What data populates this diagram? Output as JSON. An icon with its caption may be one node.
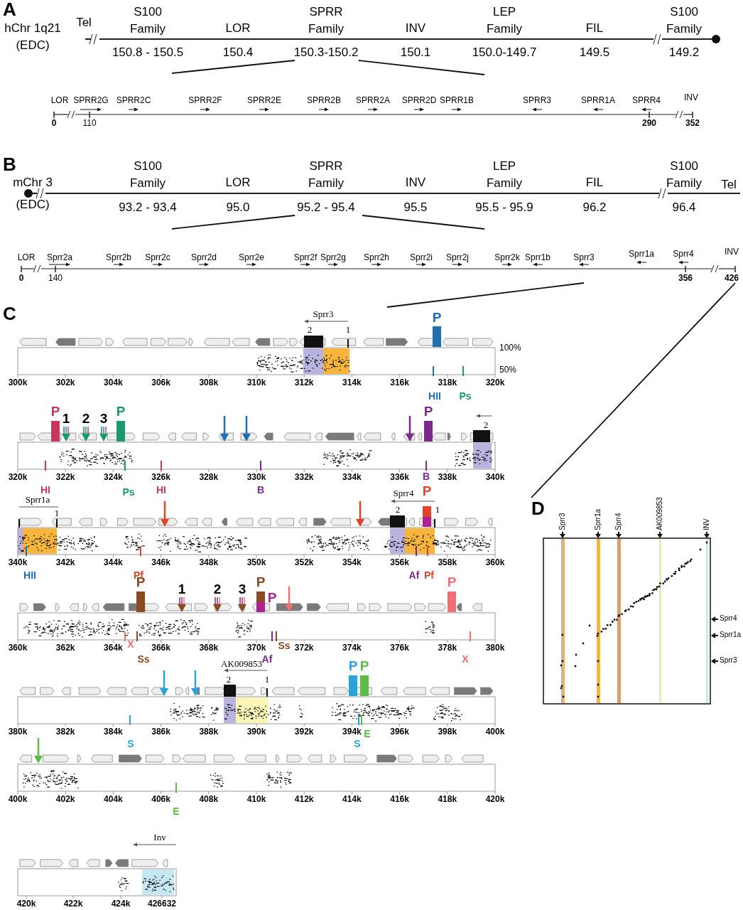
{
  "diagram": {
    "labels": [
      "A",
      "hChr 1q21 (EDC)",
      "Tel",
      "S100 Family",
      "150.8 - 150.5",
      "LOR",
      "150.4",
      "SPRR Family",
      "150.3-150.2",
      "INV",
      "150.1",
      "LEP Family",
      "150.0-149.7",
      "FIL",
      "149.5",
      "S100 Family",
      "149.2",
      "LOR",
      "SPRR2G",
      "SPRR2C",
      "SPRR2F",
      "SPRR2E",
      "SPRR2B",
      "SPRR2A",
      "SPRR2D",
      "SPRR1B",
      "SPRR3",
      "SPRR1A",
      "SPRR4",
      "INV",
      "0",
      "110",
      "290",
      "352",
      "B",
      "mChr 3 (EDC)",
      "S100 Family",
      "93.2 - 93.4",
      "LOR",
      "95.0",
      "SPRR Family",
      "95.2 - 95.4",
      "INV",
      "95.5",
      "LEP Family",
      "95.5 - 95.9",
      "FIL",
      "96.2",
      "S100 Family",
      "96.4",
      "Tel",
      "LOR",
      "Sprr2a",
      "Sprr2b",
      "Sprr2c",
      "Sprr2d",
      "Sprr2e",
      "Sprr2f",
      "Sprr2g",
      "Sprr2h",
      "Sprr2i",
      "Sprr2j",
      "Sprr2k",
      "Sprr1b",
      "Sprr3",
      "Sprr1a",
      "Sprr4",
      "INV",
      "0",
      "140",
      "356",
      "426",
      "C",
      "Sprr3",
      "2",
      "1",
      "P",
      "100%",
      "50%",
      "300k",
      "302k",
      "304k",
      "306k",
      "308k",
      "310k",
      "312k",
      "314k",
      "316k",
      "318k",
      "320k",
      "HII",
      "Ps",
      "P",
      "1",
      "2",
      "3",
      "P",
      "P",
      "2",
      "320k",
      "322k",
      "324k",
      "326k",
      "328k",
      "330k",
      "332k",
      "334k",
      "336k",
      "338k",
      "340k",
      "HI",
      "Ps",
      "HI",
      "B",
      "B",
      "Sprr1a",
      "1",
      "Sprr4",
      "P",
      "2",
      "1",
      "340k",
      "342k",
      "344k",
      "346k",
      "348k",
      "350k",
      "352k",
      "354k",
      "356k",
      "358k",
      "360k",
      "HII",
      "Pf",
      "Af",
      "Pf",
      "P",
      "1",
      "2",
      "3",
      "P",
      "P",
      "P",
      "360k",
      "362k",
      "364k",
      "366k",
      "368k",
      "370k",
      "372k",
      "374k",
      "376k",
      "378k",
      "380k",
      "X",
      "Ss",
      "Af",
      "Ss",
      "X",
      "AK009853",
      "2",
      "1",
      "P",
      "P",
      "380k",
      "382k",
      "384k",
      "386k",
      "388k",
      "390k",
      "392k",
      "394k",
      "396k",
      "398k",
      "400k",
      "S",
      "S",
      "E",
      "400k",
      "402k",
      "404k",
      "406k",
      "408k",
      "410k",
      "412k",
      "414k",
      "416k",
      "418k",
      "420k",
      "E",
      "Inv",
      "420k",
      "422k",
      "424k",
      "426632",
      "D",
      "Sprr3",
      "Sprr1a",
      "Sprr4",
      "AK009853",
      "INV",
      "Sprr4",
      "Sprr1a",
      "Sprr3"
    ]
  }
}
